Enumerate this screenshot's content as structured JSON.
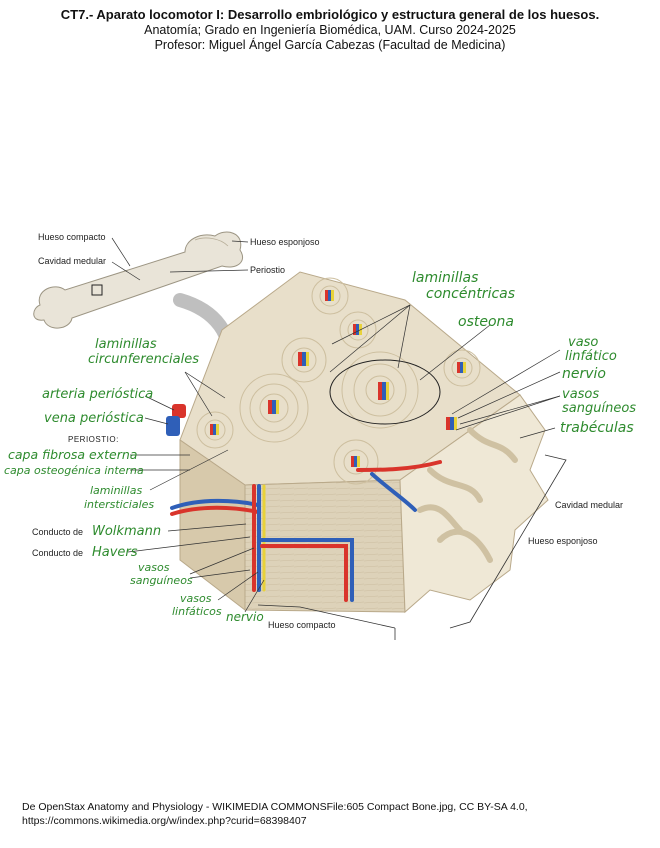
{
  "header": {
    "title": "CT7.- Aparato locomotor I:  Desarrollo embriológico y estructura general de los huesos.",
    "subtitle": "Anatomía; Grado en Ingeniería Biomédica, UAM. Curso 2024-2025",
    "professor": "Profesor: Miguel Ángel García Cabezas (Facultad de Medicina)"
  },
  "diagram": {
    "printed_labels": {
      "hueso_compacto_top": "Hueso compacto",
      "cavidad_medular_top": "Cavidad medular",
      "hueso_esponjoso_top": "Hueso esponjoso",
      "periostio_top": "Periostio",
      "periostio_heading": "PERIOSTIO:",
      "conducto_de_1": "Conducto de",
      "conducto_de_2": "Conducto de",
      "cavidad_medular_right": "Cavidad medular",
      "hueso_esponjoso_right": "Hueso esponjoso",
      "hueso_compacto_bottom": "Hueso compacto"
    },
    "handwritten_labels": {
      "laminillas_concentricas_1": "laminillas",
      "laminillas_concentricas_2": "concéntricas",
      "osteona": "osteona",
      "laminillas_circ_1": "laminillas",
      "laminillas_circ_2": "circunferenciales",
      "vaso_linfatico_1": "vaso",
      "vaso_linfatico_2": "linfático",
      "nervio_right": "nervio",
      "vasos_sanguineos_r1": "vasos",
      "vasos_sanguineos_r2": "sanguíneos",
      "trabeculas": "trabéculas",
      "arteria_periostica": "arteria perióstica",
      "vena_periostica": "vena perióstica",
      "capa_fibrosa": "capa fibrosa externa",
      "capa_osteogenica": "capa osteogénica interna",
      "laminillas_int_1": "laminillas",
      "laminillas_int_2": "intersticiales",
      "wolkmann": "Wolkmann",
      "havers": "Havers",
      "vasos_sanguineos_b1": "vasos",
      "vasos_sanguineos_b2": "sanguíneos",
      "vasos_linfaticos_1": "vasos",
      "vasos_linfaticos_2": "linfáticos",
      "nervio_bottom": "nervio"
    },
    "colors": {
      "bone": "#e6dcc6",
      "bone_dark": "#c9bb9c",
      "artery": "#d9342b",
      "vein": "#2f5fb8",
      "lymph": "#e8d23a",
      "nerve": "#e8d23a",
      "handwriting": "#2e8b2e"
    }
  },
  "footer": {
    "line1": "De OpenStax Anatomy and Physiology - WIKIMEDIA COMMONSFile:605 Compact Bone.jpg, CC BY-SA 4.0,",
    "line2": "https://commons.wikimedia.org/w/index.php?curid=68398407"
  }
}
